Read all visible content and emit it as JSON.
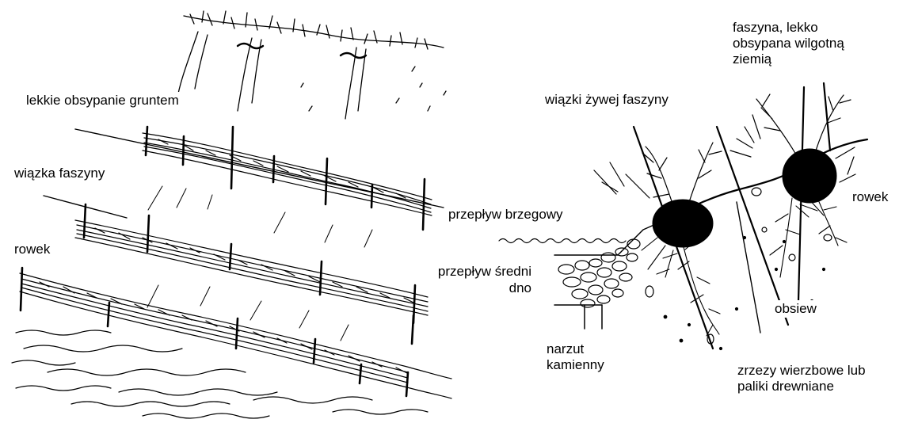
{
  "colors": {
    "ink": "#000000",
    "paper": "#ffffff"
  },
  "left_figure": {
    "labels": {
      "light_soil": "lekkie obsypanie gruntem",
      "bundle": "wiązka faszyny",
      "ditch": "rowek"
    }
  },
  "right_figure": {
    "labels": {
      "fascine_covered": [
        "faszyna, lekko",
        "obsypana  wilgotną",
        "ziemią"
      ],
      "live_bundles": "wiązki  żywej  faszyny",
      "ditch": "rowek",
      "bank_flow": "przepływ  brzegowy",
      "mean_flow": "przepływ  średni",
      "bottom": "dno",
      "riprap": [
        "narzut",
        "kamienny"
      ],
      "seeding": "obsiew",
      "cuttings": [
        "zrzezy wierzbowe  lub",
        "paliki drewniane"
      ]
    }
  }
}
